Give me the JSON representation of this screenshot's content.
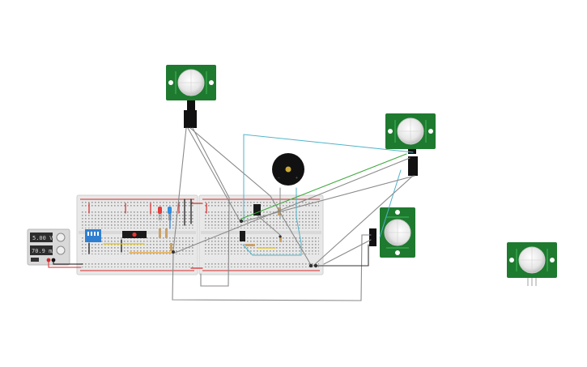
{
  "canvas": {
    "background": "#ffffff"
  },
  "power_supply": {
    "voltage_readout": "5.00 V",
    "current_readout": "70.9 mA"
  },
  "components": {
    "pir_sensors": [
      {
        "id": "pir-1",
        "color": "#1e7a2f"
      },
      {
        "id": "pir-2",
        "color": "#1e7a2f"
      },
      {
        "id": "pir-3",
        "color": "#1e7a2f"
      },
      {
        "id": "pir-4",
        "color": "#1e7a2f"
      }
    ],
    "buzzer": {
      "color": "#111111"
    },
    "breadboards": [
      {
        "id": "breadboard-left",
        "color": "#e8e8e8"
      },
      {
        "id": "breadboard-right",
        "color": "#e8e8e8"
      }
    ]
  },
  "wire_colors": {
    "gray": "#8a8a8a",
    "dark": "#5a5a5a",
    "cyan": "#4fb3c9",
    "green": "#3aa83a",
    "red": "#d42a2a",
    "blue": "#2f7fd1",
    "yellow": "#e8c400"
  }
}
